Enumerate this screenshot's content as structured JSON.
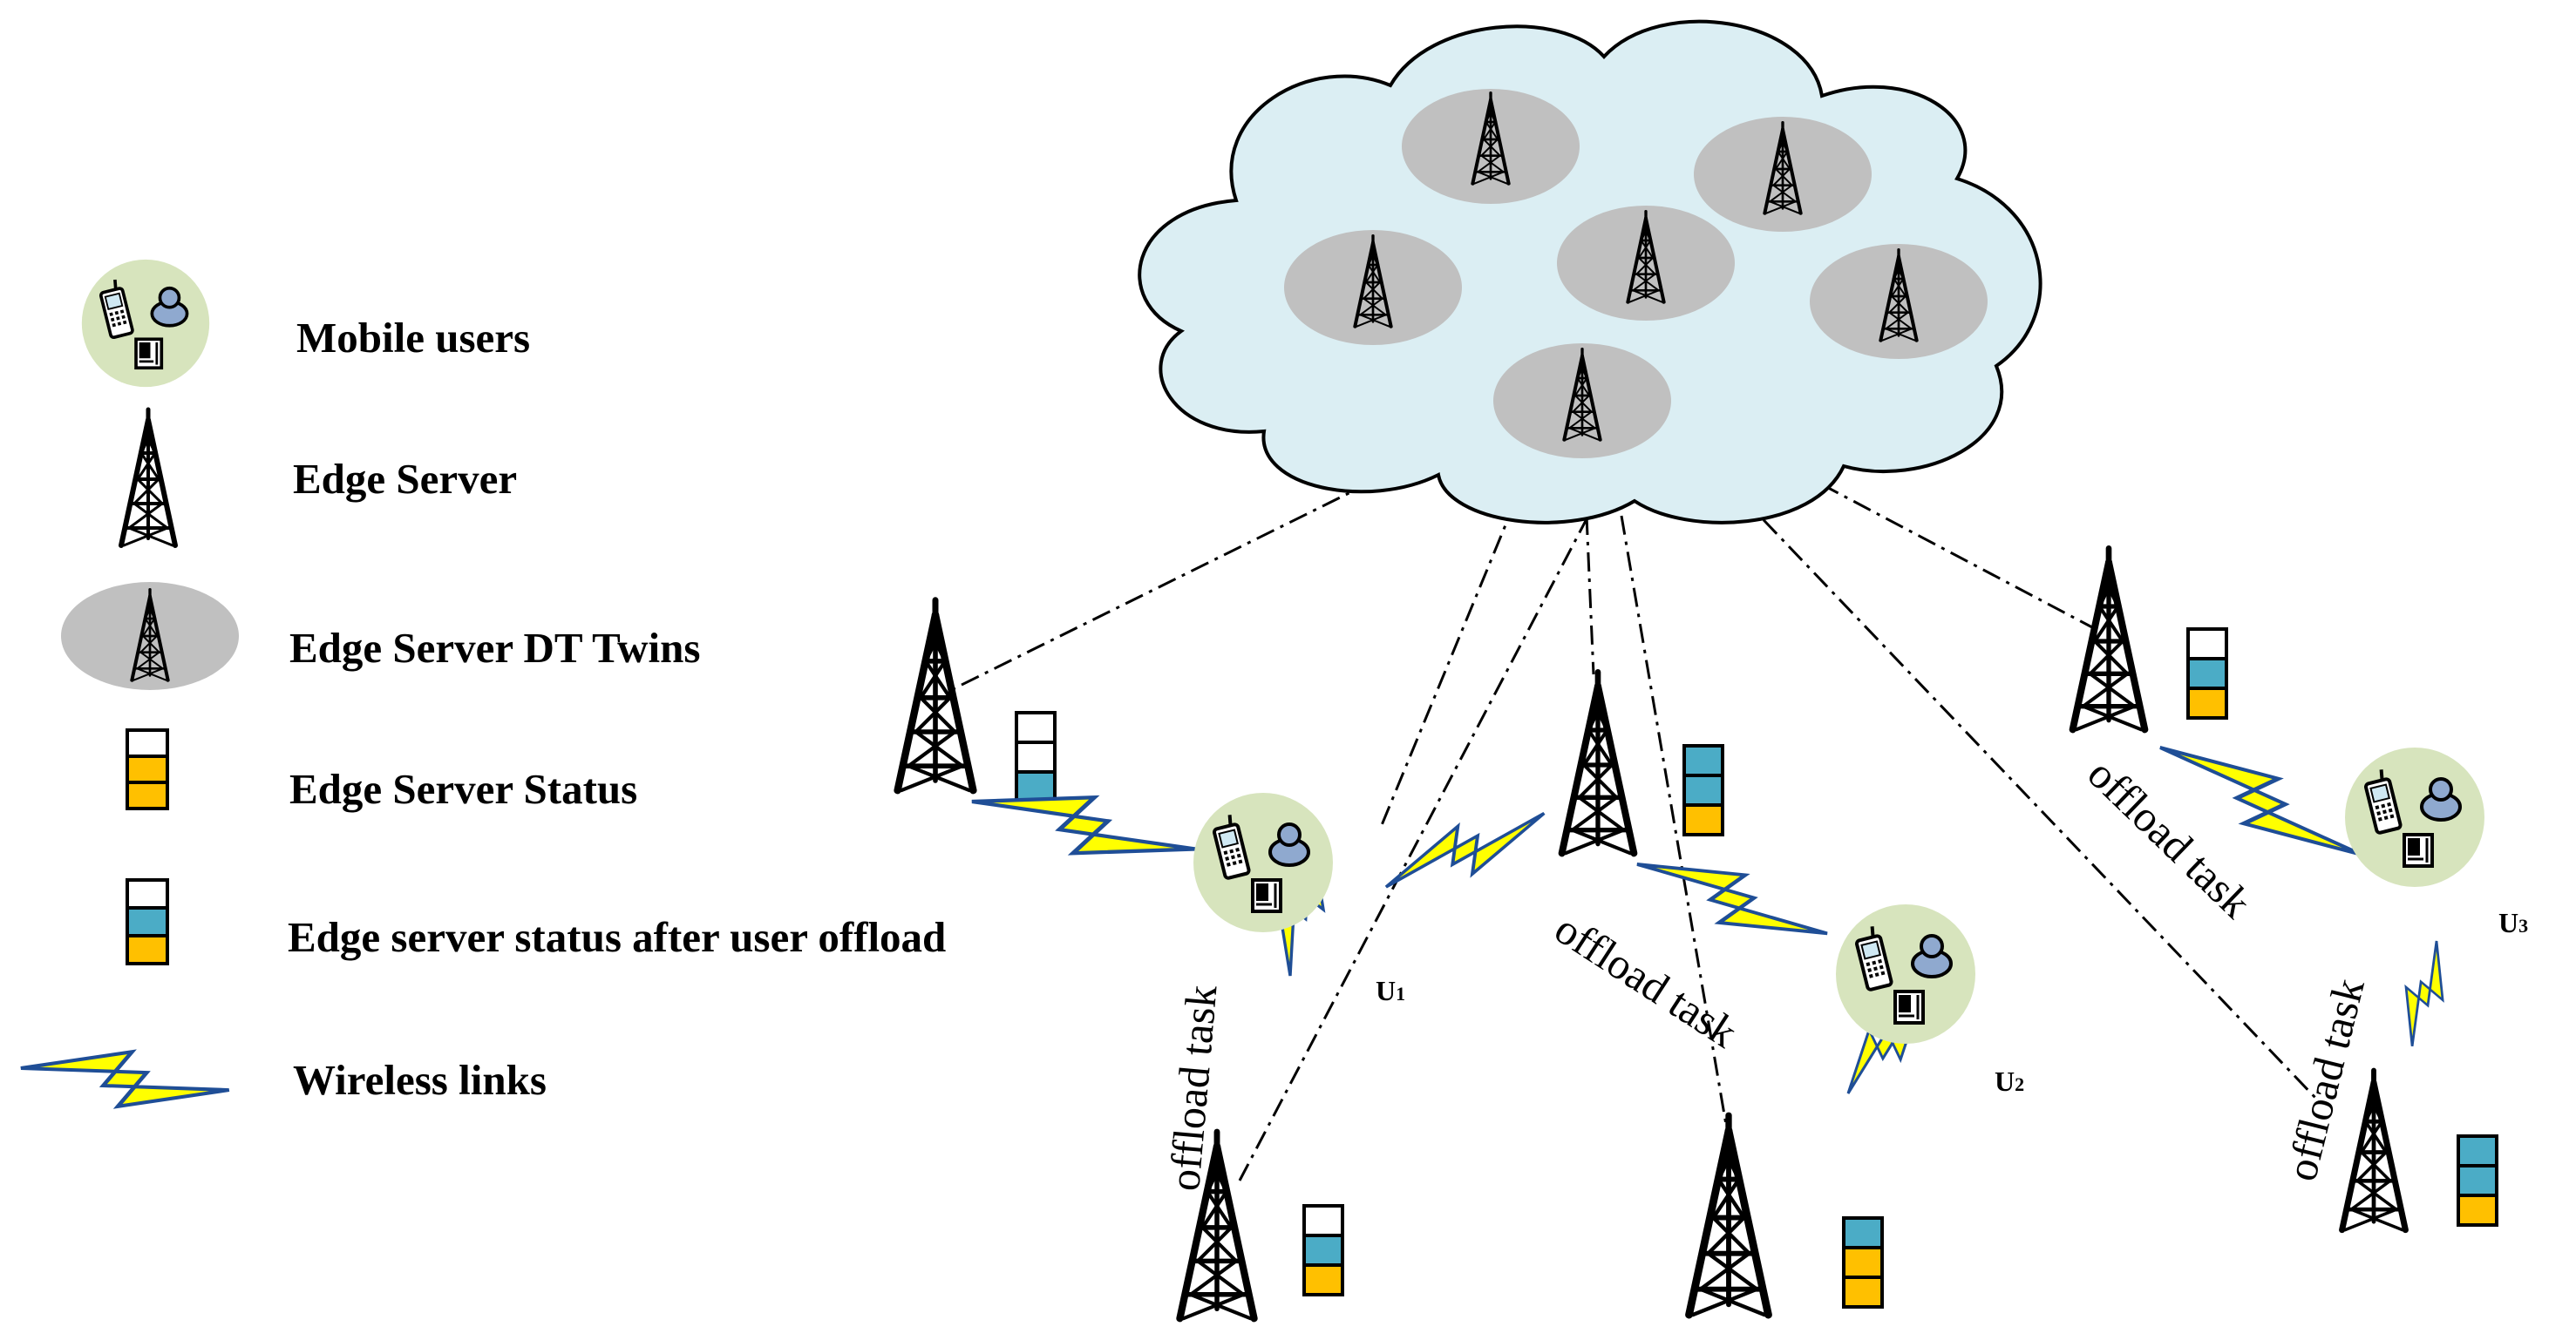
{
  "legend": {
    "mobile_users": "Mobile users",
    "edge_server": "Edge Server",
    "dt_twins": "Edge Server DT Twins",
    "server_status": "Edge Server Status",
    "status_after_offload": "Edge server status after user offload",
    "wireless_links": "Wireless links"
  },
  "annotations": {
    "offload_task": "offload task"
  },
  "users": [
    {
      "letter": "U",
      "index": "1"
    },
    {
      "letter": "U",
      "index": "2"
    },
    {
      "letter": "U",
      "index": "3"
    }
  ],
  "colors": {
    "cloud_fill": "#dbeef3",
    "cloud_stroke": "#000000",
    "dt_twin_fill": "#c0c0c0",
    "user_circle_fill": "#d7e4bd",
    "status_blue": "#4bacc6",
    "status_orange": "#ffc000",
    "lightning_fill": "#ffff00",
    "lightning_stroke": "#1f4e96"
  },
  "icons": {
    "edge_server": "radio-tower-icon",
    "mobile_users": "phone-person-device-icon",
    "wireless_link": "lightning-bolt-icon"
  }
}
